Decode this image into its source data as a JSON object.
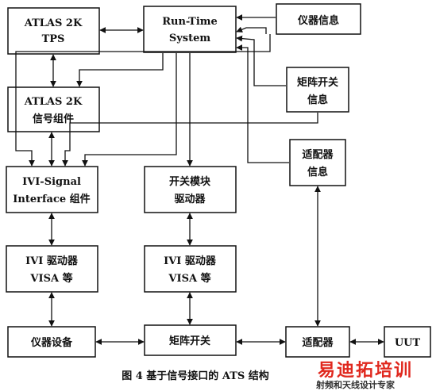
{
  "boxes": {
    "atlas_tps": [
      "ATLAS  2K",
      "TPS"
    ],
    "runtime": [
      "Run-Time",
      "System"
    ],
    "instr_info": [
      "仪器信息"
    ],
    "atlas_signal": [
      "ATLAS  2K",
      "信号组件"
    ],
    "matrix_info": [
      "矩阵开关",
      "信息"
    ],
    "adapter_info": [
      "适配器",
      "信息"
    ],
    "ivi_signal": [
      "IVI-Signal",
      "Interface 组件"
    ],
    "switch_driver": [
      "开关模块",
      "驱动器"
    ],
    "ivi_visa_left": [
      "IVI 驱动器",
      "VISA 等"
    ],
    "ivi_visa_mid": [
      "IVI 驱动器",
      "VISA 等"
    ],
    "instrument": [
      "仪器设备"
    ],
    "matrix_switch": [
      "矩阵开关"
    ],
    "adapter": [
      "适配器"
    ],
    "uut": [
      "UUT"
    ]
  },
  "caption": "图 4  基于信号接口的 ATS 结构",
  "watermark": {
    "logo": "易迪拓培训",
    "tagline": "射频和天线设计专家"
  }
}
